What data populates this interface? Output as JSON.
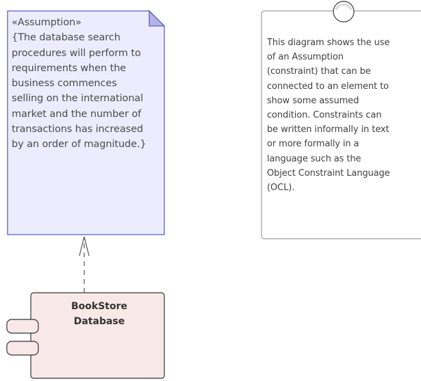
{
  "assumption_note": {
    "stereotype": "«Assumption»",
    "lines": [
      "{The database search",
      "procedures will perform to",
      "requirements when the",
      "business commences",
      "selling on the international",
      "market and the number of",
      "transactions has increased",
      "by an order of magnitude.}"
    ]
  },
  "comment_note": {
    "lines": [
      "This diagram shows the use",
      "of an Assumption",
      "(constraint) that can be",
      "connected to an element to",
      "show some assumed",
      "condition. Constraints can",
      "be written informally in text",
      "or more formally in a",
      "language such as the",
      "Object Constraint Language",
      "(OCL)."
    ]
  },
  "component": {
    "name_line1": "BookStore",
    "name_line2": "Database"
  },
  "colors": {
    "note_fill": "#ececfe",
    "note_stroke": "#5d5dc6",
    "note_fold": "#b4b4e9",
    "component_fill": "#f8e8e8",
    "component_stroke": "#333333",
    "comment_stroke": "#888888",
    "connector": "#555555"
  }
}
